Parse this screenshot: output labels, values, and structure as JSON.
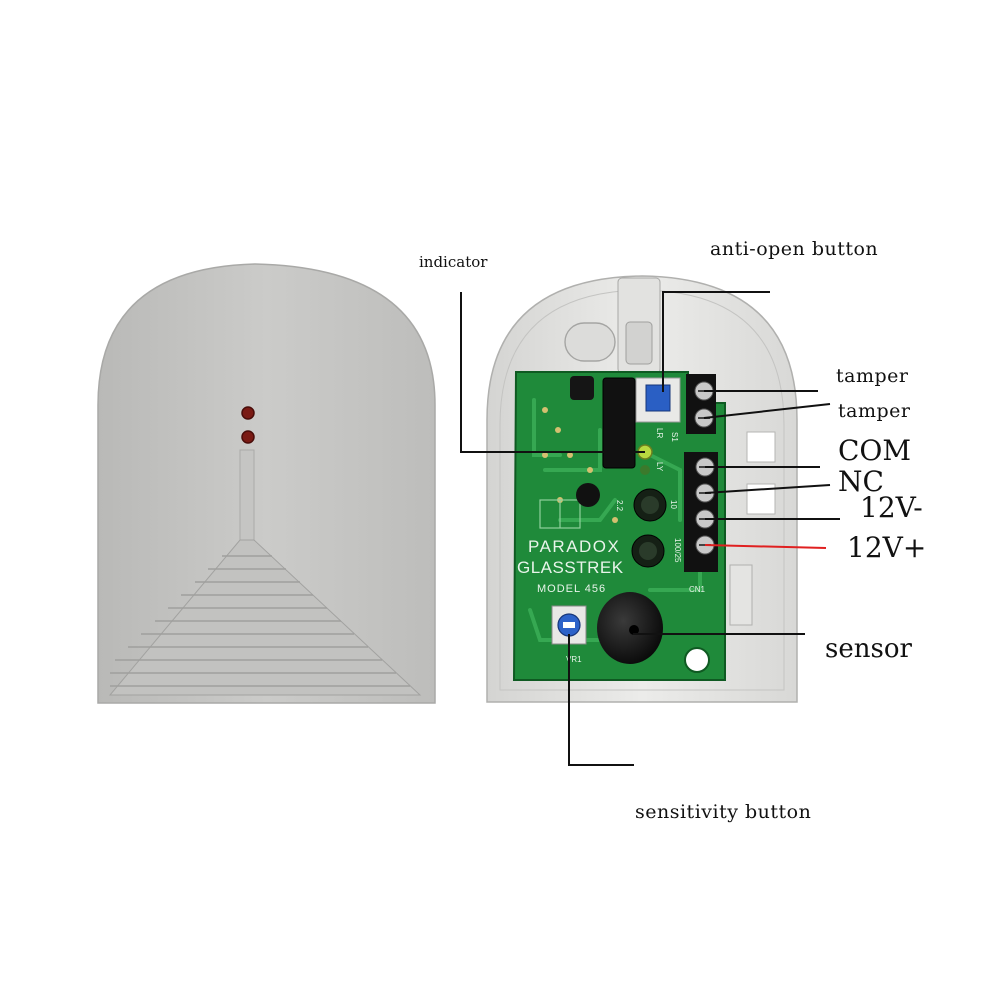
{
  "device": {
    "brand": "PARADOX",
    "product": "GLASSTREK",
    "model": "MODEL 456",
    "board_marks": {
      "s1": "S1",
      "lr": "LR",
      "ly": "LY",
      "cn1": "CN1",
      "vr1": "VR1",
      "cap1": "2.2",
      "cap2": "10",
      "cap3": "100/25"
    }
  },
  "labels": {
    "indicator": "indicator",
    "anti_open_button": "anti-open button",
    "tamper_1": "tamper",
    "tamper_2": "tamper",
    "com": "COM",
    "nc": "NC",
    "v12_minus": "12V-",
    "v12_plus": "12V+",
    "sensor": "sensor",
    "sensitivity_button": "sensitivity button"
  },
  "colors": {
    "housing": "#c8c8c6",
    "pcb": "#1f8a3a",
    "terminal": "#111111",
    "leader_line": "#111111",
    "power_lead": "#e02020",
    "led": "#7a1a14"
  }
}
